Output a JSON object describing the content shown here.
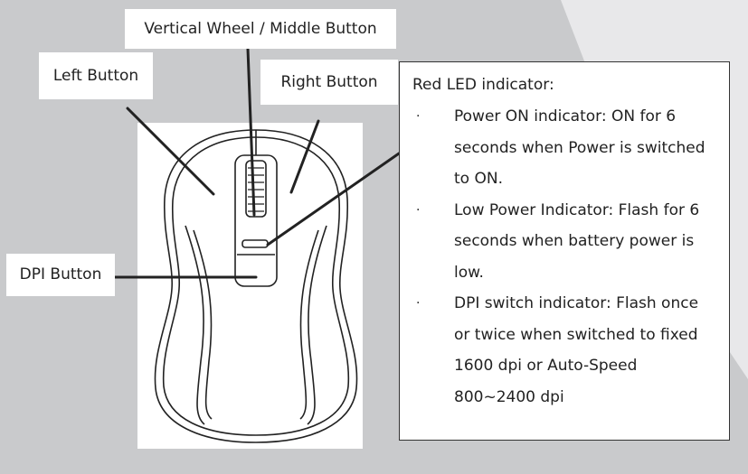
{
  "labels": {
    "vertical_wheel": "Vertical Wheel / Middle Button",
    "left_button": "Left Button",
    "right_button": "Right Button",
    "dpi_button": "DPI Button"
  },
  "info": {
    "title": "Red LED indicator:",
    "bullet": "·",
    "items": [
      "Power ON indicator: ON for 6 seconds when Power is switched to ON.",
      "Low Power Indicator: Flash for 6 seconds when battery power is low.",
      "DPI switch indicator: Flash once or twice when switched to fixed 1600 dpi or Auto-Speed 800~2400 dpi"
    ]
  },
  "colors": {
    "background": "#c9cacc",
    "accent_shape": "#e8e8ea",
    "panel": "#ffffff",
    "line": "#222222"
  }
}
